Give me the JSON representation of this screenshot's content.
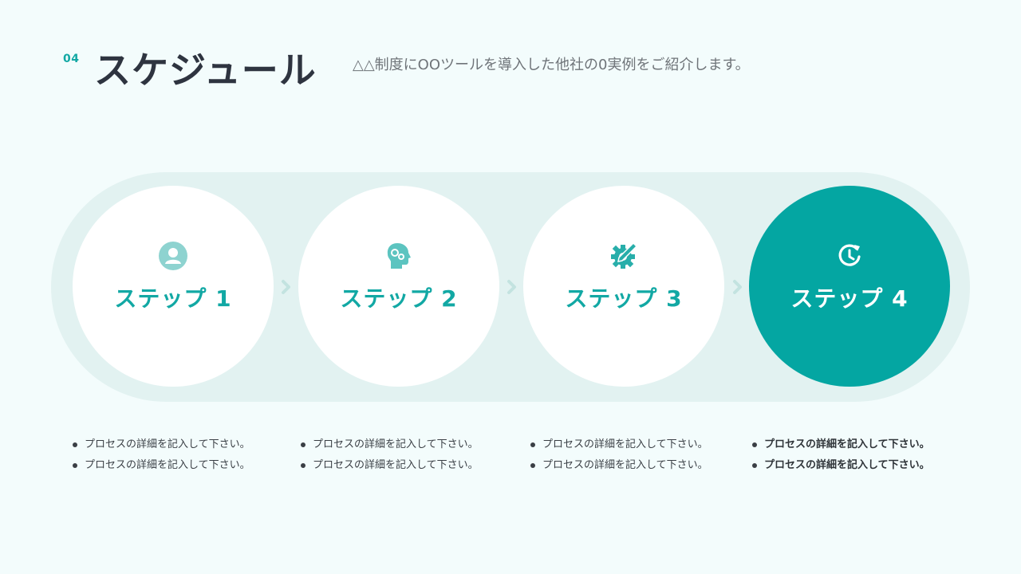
{
  "header": {
    "number": "04",
    "title": "スケジュール",
    "subtitle": "△△制度にOOツールを導入した他社の0実例をご紹介します。"
  },
  "steps": [
    {
      "label": "ステップ 1",
      "icon": "user-icon",
      "active": false
    },
    {
      "label": "ステップ 2",
      "icon": "head-gears-icon",
      "active": false
    },
    {
      "label": "ステップ 3",
      "icon": "gear-pencil-icon",
      "active": false
    },
    {
      "label": "ステップ 4",
      "icon": "clock-refresh-icon",
      "active": true
    }
  ],
  "notes": [
    [
      "プロセスの詳細を記入して下さい。",
      "プロセスの詳細を記入して下さい。"
    ],
    [
      "プロセスの詳細を記入して下さい。",
      "プロセスの詳細を記入して下さい。"
    ],
    [
      "プロセスの詳細を記入して下さい。",
      "プロセスの詳細を記入して下さい。"
    ],
    [
      "プロセスの詳細を記入して下さい。",
      "プロセスの詳細を記入して下さい。"
    ]
  ],
  "colors": {
    "accent": "#04a6a2",
    "track": "#e2f2f1",
    "background": "#f3fcfc",
    "title": "#2e3440"
  }
}
